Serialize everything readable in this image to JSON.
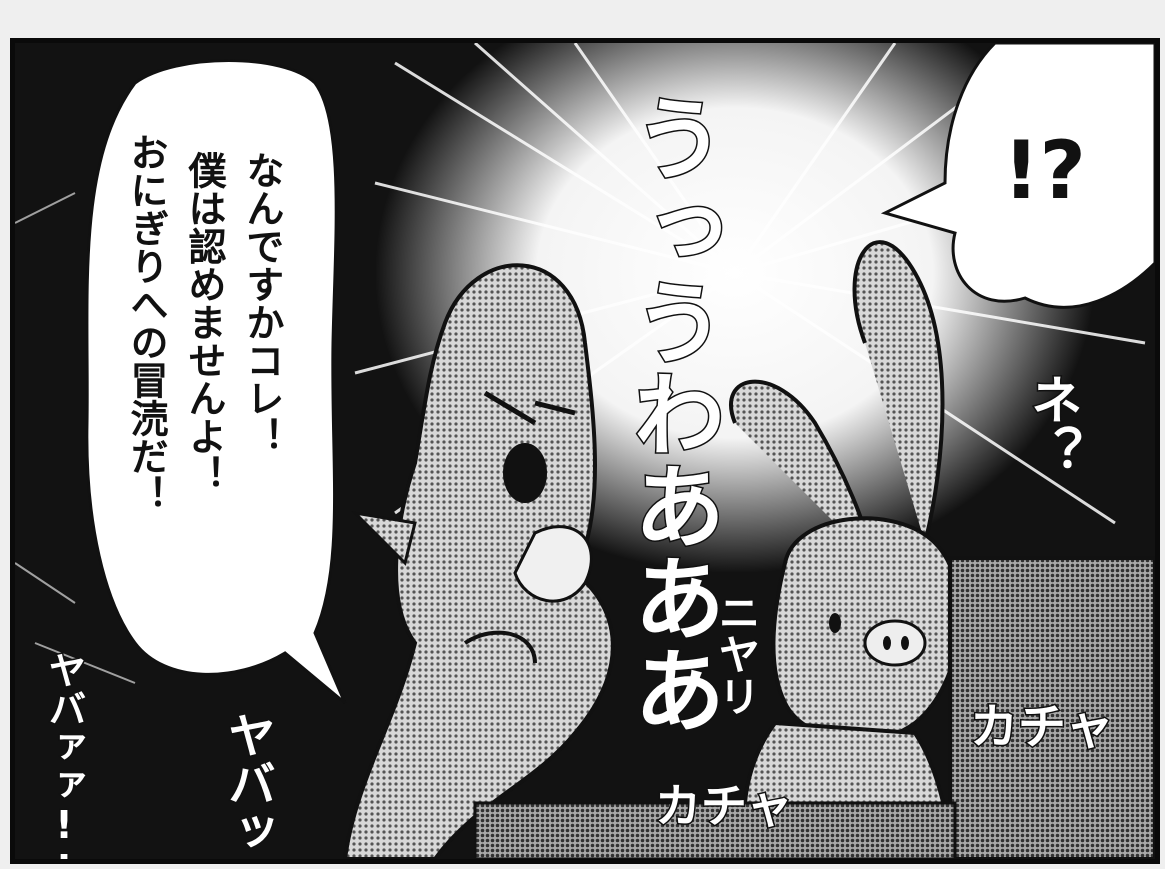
{
  "dialogue": {
    "main_bubble": {
      "lines": [
        "なんですかコレ！",
        "僕は認めませんよ！",
        "おにぎりへの冒涜だ！"
      ]
    },
    "surprise_bubble": {
      "text": "!?"
    }
  },
  "sound_effects": {
    "wail": "うっうわあああ",
    "ne": "ネ？",
    "nyari": "ニヤリ",
    "yaba_1": "ヤバッ",
    "yaba_2": "ヤバァァ!!",
    "kacha_1": "カチャ",
    "kacha_2": "カチャ"
  },
  "colors": {
    "ink": "#111111",
    "paper": "#ffffff",
    "screentone": "#9a9a9a"
  }
}
